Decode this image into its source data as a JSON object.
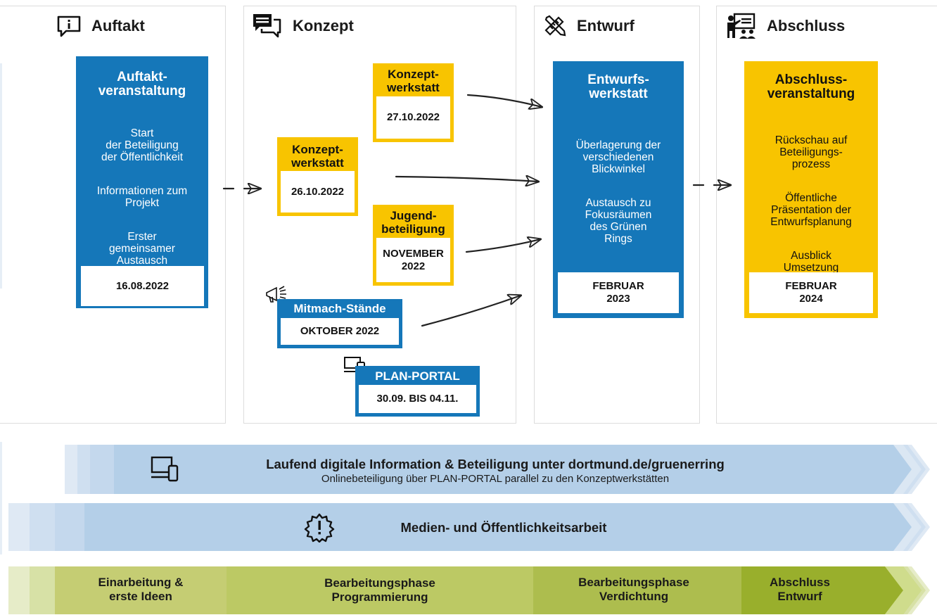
{
  "phases": [
    {
      "title": "Auftakt",
      "icon": "info-speech-icon"
    },
    {
      "title": "Konzept",
      "icon": "chat-bubbles-icon"
    },
    {
      "title": "Entwurf",
      "icon": "pencil-ruler-icon"
    },
    {
      "title": "Abschluss",
      "icon": "presentation-icon"
    }
  ],
  "auftakt_card": {
    "title": "Auftakt-\nveranstaltung",
    "items": [
      "Start\nder Beteiligung\nder Öffentlichkeit",
      "Informationen zum\nProjekt",
      "Erster\ngemeinsamer\nAustausch"
    ],
    "date": "16.08.2022"
  },
  "konzept": {
    "werkstatt1": {
      "title": "Konzept-\nwerkstatt",
      "date": "26.10.2022"
    },
    "werkstatt2": {
      "title": "Konzept-\nwerkstatt",
      "date": "27.10.2022"
    },
    "jugend": {
      "title": "Jugend-\nbeteiligung",
      "date": "NOVEMBER\n2022"
    },
    "mitmach": {
      "title": "Mitmach-Stände",
      "date": "OKTOBER 2022",
      "icon": "megaphone-icon"
    },
    "portal": {
      "title": "PLAN-PORTAL",
      "date": "30.09. BIS 04.11.",
      "icon": "devices-icon"
    }
  },
  "entwurf_card": {
    "title": "Entwurfs-\nwerkstatt",
    "items": [
      "Überlagerung der\nverschiedenen\nBlickwinkel",
      "Austausch zu\nFokusräumen\ndes Grünen\nRings"
    ],
    "date": "FEBRUAR\n2023"
  },
  "abschluss_card": {
    "title": "Abschluss-\nveranstaltung",
    "items": [
      "Rückschau auf\nBeteiligungs-\nprozess",
      "Öffentliche\nPräsentation der\nEntwurfsplanung",
      "Ausblick\nUmsetzung"
    ],
    "date": "FEBRUAR\n2024"
  },
  "band_digital": {
    "title": "Laufend digitale Information & Beteiligung unter dortmund.de/gruenerring",
    "subtitle": "Onlinebeteiligung über PLAN-PORTAL parallel zu den Konzeptwerkstätten",
    "icon": "devices-icon"
  },
  "band_media": {
    "title": "Medien- und Öffentlichkeitsarbeit",
    "icon": "alert-badge-icon"
  },
  "band_work": {
    "segments": [
      "Einarbeitung &\nerste Ideen",
      "Bearbeitungsphase\nProgrammierung",
      "Bearbeitungsphase\nVerdichtung",
      "Abschluss\nEntwurf"
    ]
  },
  "colors": {
    "blue": "#1577b9",
    "yellow": "#f8c400",
    "band_blue": "#b4cfe8",
    "green_light": "#c5cd73",
    "green_mid": "#adbd4e",
    "green_dark": "#99af2c"
  }
}
